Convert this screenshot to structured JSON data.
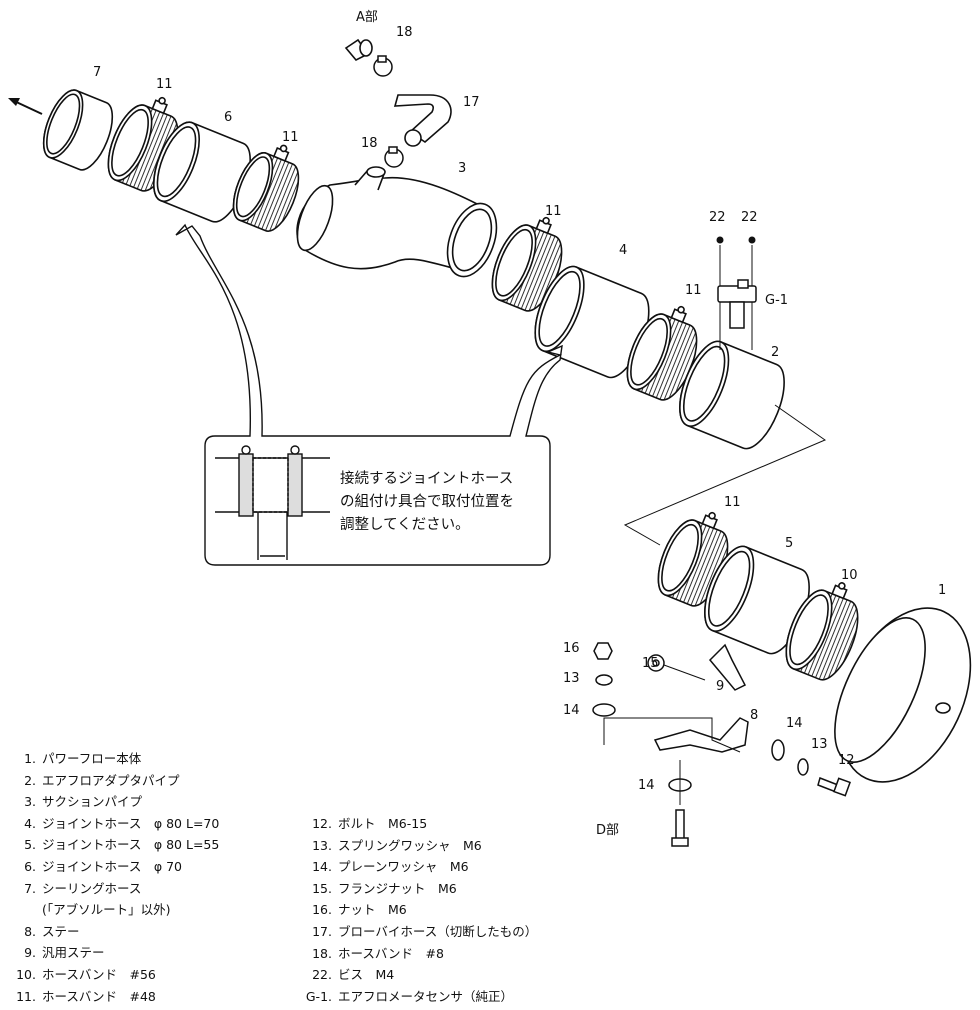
{
  "callouts": {
    "a_section": "A部",
    "d_section": "D部",
    "p18a": "18",
    "p17": "17",
    "p7": "7",
    "p11a": "11",
    "p6": "6",
    "p11b": "11",
    "p18b": "18",
    "p3": "3",
    "p11c": "11",
    "p22a": "22",
    "p22b": "22",
    "p4": "4",
    "p11d": "11",
    "pG1": "G-1",
    "p2": "2",
    "p11e": "11",
    "p5": "5",
    "p10": "10",
    "p1": "1",
    "p16": "16",
    "p15": "15",
    "p13a": "13",
    "p9": "9",
    "p14a": "14",
    "p8": "8",
    "p14b": "14",
    "p13b": "13",
    "p12": "12",
    "p14c": "14"
  },
  "note": {
    "lines": [
      "接続するジョイントホース",
      "の組付け具合で取付位置を",
      "調整してください。"
    ]
  },
  "parts_left": [
    {
      "num": "1.",
      "name": "パワーフロー本体"
    },
    {
      "num": "2.",
      "name": "エアフロアダプタパイプ"
    },
    {
      "num": "3.",
      "name": "サクションパイプ"
    },
    {
      "num": "4.",
      "name": "ジョイントホース　φ 80 L=70"
    },
    {
      "num": "5.",
      "name": "ジョイントホース　φ 80 L=55"
    },
    {
      "num": "6.",
      "name": "ジョイントホース　φ 70"
    },
    {
      "num": "7.",
      "name": "シーリングホース"
    },
    {
      "num": "",
      "name": "(「アブソルート」以外)"
    },
    {
      "num": "8.",
      "name": "ステー"
    },
    {
      "num": "9.",
      "name": "汎用ステー"
    },
    {
      "num": "10.",
      "name": "ホースバンド　#56"
    },
    {
      "num": "11.",
      "name": "ホースバンド　#48"
    }
  ],
  "parts_right": [
    {
      "num": "12.",
      "name": "ボルト　M6-15"
    },
    {
      "num": "13.",
      "name": "スプリングワッシャ　M6"
    },
    {
      "num": "14.",
      "name": "プレーンワッシャ　M6"
    },
    {
      "num": "15.",
      "name": "フランジナット　M6"
    },
    {
      "num": "16.",
      "name": "ナット　M6"
    },
    {
      "num": "17.",
      "name": "ブローバイホース（切断したもの）"
    },
    {
      "num": "18.",
      "name": "ホースバンド　#8"
    },
    {
      "num": "22.",
      "name": "ビス　M4"
    },
    {
      "num": "G-1.",
      "name": "エアフロメータセンサ（純正）"
    }
  ]
}
